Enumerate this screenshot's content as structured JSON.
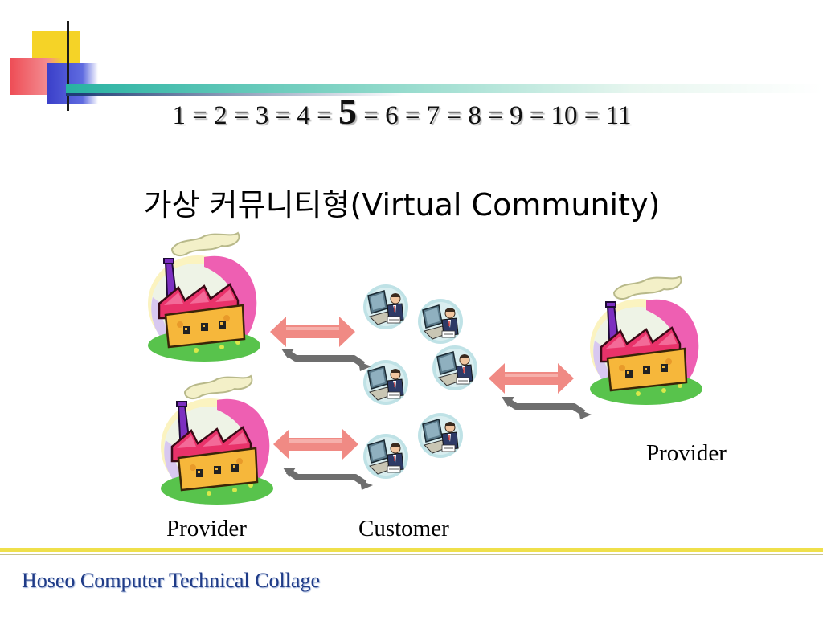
{
  "sequence": {
    "before": "1 = 2 = 3 = 4 = ",
    "highlight": "5",
    "after": " = 6 = 7 = 8 = 9 = 10 = 11"
  },
  "title": "가상 커뮤니티형(Virtual Community)",
  "labels": {
    "provider_right": "Provider",
    "provider_left": "Provider",
    "customer": "Customer"
  },
  "footer": "Hoseo Computer Technical Collage",
  "icons": {
    "factory": "factory-icon",
    "customer": "computer-user-icon",
    "exchange": "double-arrow-icon"
  },
  "colors": {
    "arrow_red": "#f08a84",
    "arrow_gray": "#6e6e6e",
    "footer_text": "#1f3b87"
  }
}
